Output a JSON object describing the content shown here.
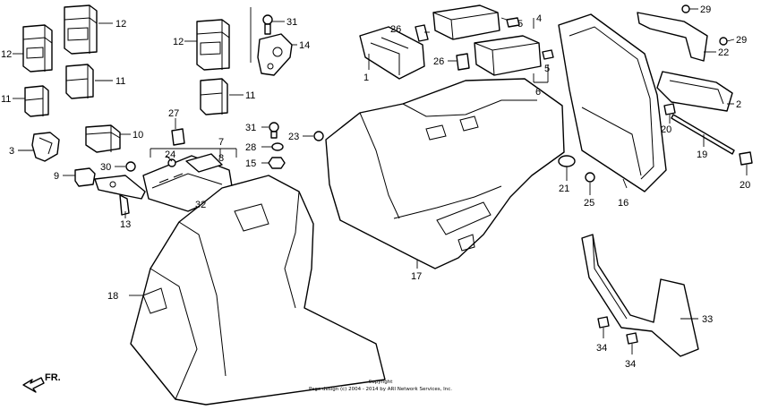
{
  "callouts": {
    "c1": "1",
    "c2": "2",
    "c3": "3",
    "c4": "4",
    "c5a": "5",
    "c5b": "5",
    "c6": "6",
    "c7": "7",
    "c8": "8",
    "c9": "9",
    "c10": "10",
    "c11a": "11",
    "c11b": "11",
    "c11c": "11",
    "c12a": "12",
    "c12b": "12",
    "c12c": "12",
    "c13": "13",
    "c14": "14",
    "c15": "15",
    "c16": "16",
    "c17": "17",
    "c18": "18",
    "c19": "19",
    "c20a": "20",
    "c20b": "20",
    "c21": "21",
    "c22": "22",
    "c23": "23",
    "c24": "24",
    "c25": "25",
    "c26a": "26",
    "c26b": "26",
    "c27": "27",
    "c28": "28",
    "c29a": "29",
    "c29b": "29",
    "c30": "30",
    "c31a": "31",
    "c31b": "31",
    "c32": "32",
    "c33": "33",
    "c34a": "34",
    "c34b": "34"
  },
  "direction_label": "FR.",
  "copyright": {
    "line1": "Copyright",
    "line2": "Page design (c) 2004 - 2014 by ARI Network Services, Inc."
  }
}
